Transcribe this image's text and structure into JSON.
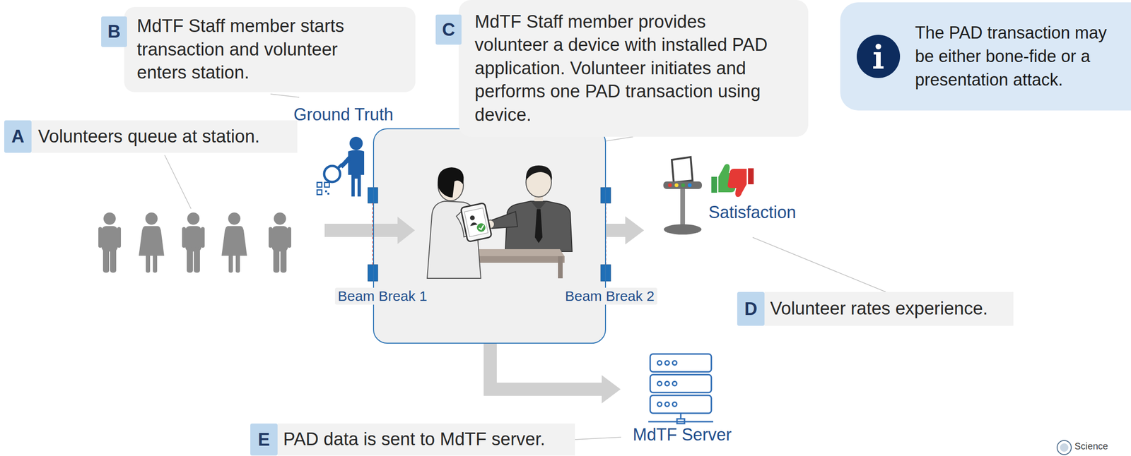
{
  "diagram": {
    "nodes": [
      {
        "text": [
          "A",
          "Volunteers queue at station."
        ]
      },
      {
        "text": [
          "B",
          "MdTF Staff member starts transaction and volunteer enters station."
        ]
      },
      {
        "text": [
          "C",
          "MdTF Staff member provides volunteer a device with installed PAD application. Volunteer initiates and performs one PAD transaction using device."
        ]
      },
      {
        "text": [
          "The PAD transaction may be either bone-fide or a presentation attack."
        ]
      },
      {
        "text": [
          "Beam Break 1",
          "Beam Break 2"
        ]
      },
      {
        "text": [
          "Satisfaction"
        ]
      },
      {
        "text": [
          "D",
          "Volunteer rates experience."
        ]
      },
      {
        "text": [
          "MdTF Server"
        ]
      },
      {
        "text": [
          "E",
          "PAD data is sent to MdTF server."
        ]
      }
    ],
    "edges": [
      {
        "from": 4,
        "to": 5,
        "arrow": "to"
      },
      {
        "from": 4,
        "to": 7,
        "arrow": "to"
      },
      {
        "from": 2,
        "to": 4,
        "arrow": "none"
      },
      {
        "from": 6,
        "to": 5,
        "arrow": "none"
      },
      {
        "from": 8,
        "to": 7,
        "arrow": "none"
      }
    ],
    "labels": [
      "Ground Truth",
      "Science"
    ]
  }
}
